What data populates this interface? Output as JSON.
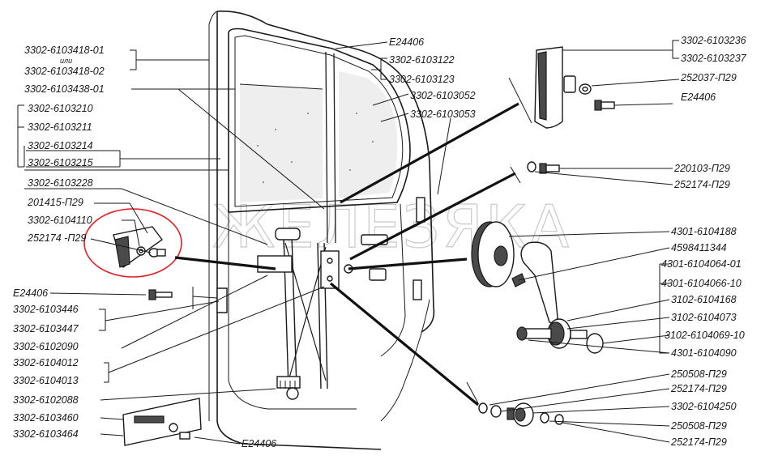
{
  "watermark": "ЖЕЛЕЗЯКА",
  "colors": {
    "ink": "#1a1a1a",
    "highlight_circle": "#e0202a",
    "background": "#ffffff"
  },
  "labels": {
    "l_3302_6103418_01": "3302-6103418-01",
    "l_ili": "или",
    "l_3302_6103418_02": "3302-6103418-02",
    "l_3302_6103438_01": "3302-6103438-01",
    "l_3302_6103210": "3302-6103210",
    "l_3302_6103211": "3302-6103211",
    "l_3302_6103214": "3302-6103214",
    "l_3302_6103215": "3302-6103215",
    "l_3302_6103228": "3302-6103228",
    "l_201415_p29": "201415-П29",
    "l_3302_6104110": "3302-6104110",
    "l_252174_p29_left": "252174 -П29",
    "l_e24406_left": "Е24406",
    "l_3302_6103446": "3302-6103446",
    "l_3302_6103447": "3302-6103447",
    "l_3302_6102090": "3302-6102090",
    "l_3302_6104012": "3302-6104012",
    "l_3302_6104013": "3302-6104013",
    "l_3302_6102088": "3302-6102088",
    "l_3302_6103460": "3302-6103460",
    "l_3302_6103464": "3302-6103464",
    "l_e24406_bottom": "Е24406",
    "l_e24406_top": "Е24406",
    "l_3302_6103122": "3302-6103122",
    "l_3302_6103123": "3302-6103123",
    "l_3302_6103052": "3302-6103052",
    "l_3302_6103053": "3302-6103053",
    "l_3302_6103236": "3302-6103236",
    "l_3302_6103237": "3302-6103237",
    "l_252037_p29": "252037-П29",
    "l_e24406_right": "Е24406",
    "l_220103_p29": "220103-П29",
    "l_252174_p29_r1": "252174-П29",
    "l_4301_6104188": "4301-6104188",
    "l_4598411344": "4598411344",
    "l_4301_6104064_01": "4301-6104064-01",
    "l_4301_6104066_10": "4301-6104066-10",
    "l_3102_6104168": "3102-6104168",
    "l_3102_6104073": "3102-6104073",
    "l_3102_6104069_10": "3102-6104069-10",
    "l_4301_6104090": "4301-6104090",
    "l_250508_p29_a": "250508-П29",
    "l_252174_p29_r2": "252174-П29",
    "l_3302_6104250": "3302-6104250",
    "l_250508_p29_b": "250508-П29",
    "l_252174_p29_r3": "252174-П29"
  }
}
